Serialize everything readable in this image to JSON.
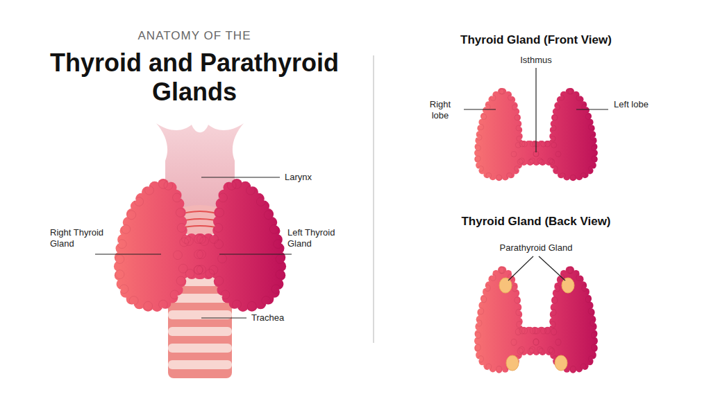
{
  "diagram": {
    "title": "Thyroid and Parathyroid Glands",
    "labels": [
      "ANATOMY OF THE",
      "Larynx",
      "Right Thyroid Gland",
      "Left Thyroid Gland",
      "Trachea",
      "Thyroid Gland (Front View)",
      "Isthmus",
      "Right lobe",
      "Left lobe",
      "Thyroid Gland (Back View)",
      "Parathyroid Gland"
    ]
  }
}
